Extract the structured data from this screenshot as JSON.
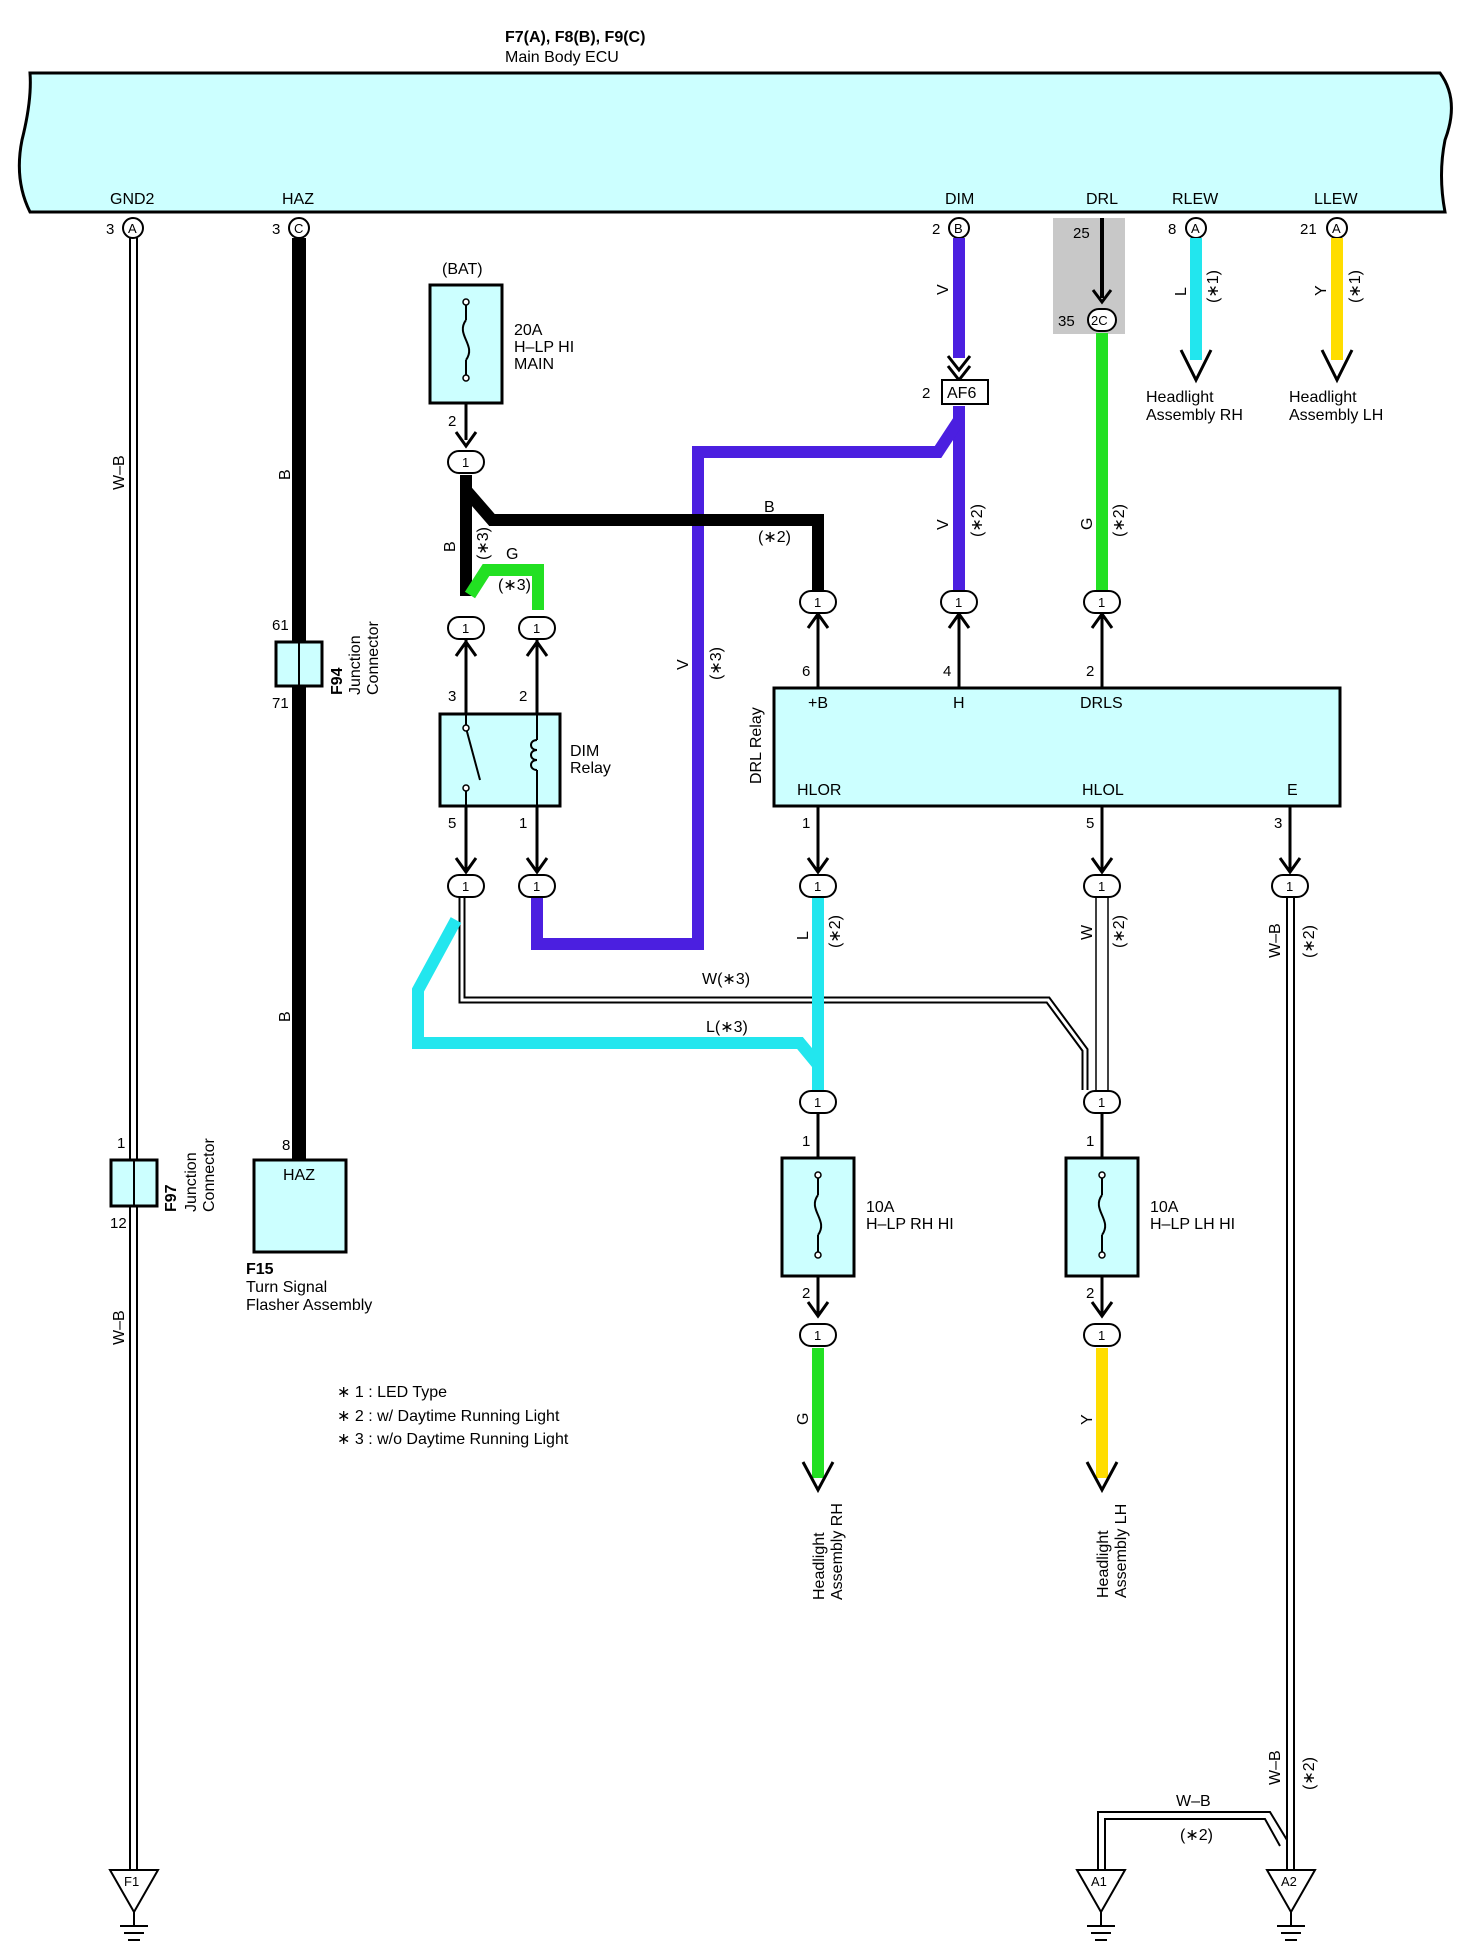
{
  "ecu": {
    "title": "F7(A), F8(B), F9(C)",
    "subtitle": "Main Body ECU",
    "terminals": {
      "gnd2": {
        "name": "GND2",
        "pin": "3",
        "conn": "A"
      },
      "haz": {
        "name": "HAZ",
        "pin": "3",
        "conn": "C"
      },
      "dim": {
        "name": "DIM",
        "pin": "2",
        "conn": "B"
      },
      "drl": {
        "name": "DRL",
        "pin": "25"
      },
      "rlew": {
        "name": "RLEW",
        "pin": "8",
        "conn": "A"
      },
      "llew": {
        "name": "LLEW",
        "pin": "21",
        "conn": "A"
      }
    }
  },
  "drl_splice": {
    "pin": "35",
    "conn": "2C"
  },
  "af6": {
    "name": "AF6",
    "pin": "2"
  },
  "fuse_main": {
    "source": "(BAT)",
    "rating": "20A",
    "name1": "H–LP HI",
    "name2": "MAIN",
    "pin_out": "2"
  },
  "dim_relay": {
    "name1": "DIM",
    "name2": "Relay",
    "pin3": "3",
    "pin2": "2",
    "pin5": "5",
    "pin1": "1"
  },
  "drl_relay": {
    "name": "DRL Relay",
    "terminals": {
      "b": "+B",
      "h": "H",
      "drls": "DRLS",
      "hlor": "HLOR",
      "hlol": "HLOL",
      "e": "E"
    },
    "pins": {
      "b": "6",
      "h": "4",
      "drls": "2",
      "hlor": "1",
      "hlol": "5",
      "e": "3"
    }
  },
  "fuse_rh": {
    "rating": "10A",
    "name": "H–LP RH HI",
    "pin_in": "1",
    "pin_out": "2"
  },
  "fuse_lh": {
    "rating": "10A",
    "name": "H–LP LH HI",
    "pin_in": "1",
    "pin_out": "2"
  },
  "f94": {
    "code": "F94",
    "line1": "Junction",
    "line2": "Connector",
    "pin_top": "61",
    "pin_bot": "71"
  },
  "f97": {
    "code": "F97",
    "line1": "Junction",
    "line2": "Connector",
    "pin_top": "1",
    "pin_bot": "12"
  },
  "f15": {
    "code": "F15",
    "terminal": "HAZ",
    "pin": "8",
    "line1": "Turn Signal",
    "line2": "Flasher Assembly"
  },
  "destinations": {
    "rlew": {
      "line1": "Headlight",
      "line2": "Assembly RH"
    },
    "llew": {
      "line1": "Headlight",
      "line2": "Assembly LH"
    },
    "rh_out": {
      "line1": "Headlight",
      "line2": "Assembly RH"
    },
    "lh_out": {
      "line1": "Headlight",
      "line2": "Assembly LH"
    }
  },
  "connector_one": "1",
  "grounds": {
    "f1": "F1",
    "a1": "A1",
    "a2": "A2"
  },
  "wires": {
    "w_b": "W–B",
    "b": "B",
    "v": "V",
    "g": "G",
    "l": "L",
    "y": "Y",
    "w": "W",
    "w3": "W(∗3)",
    "l3": "L(∗3)"
  },
  "notes": {
    "n1": "∗(1)",
    "n2": "(∗2)",
    "n3": "(∗3)",
    "n1p": "(∗1)"
  },
  "legend": [
    "∗ 1 : LED Type",
    "∗ 2 : w/ Daytime Running Light",
    "∗ 3 : w/o Daytime Running Light"
  ],
  "colors": {
    "component": "#ccffff",
    "black": "#000000",
    "violet": "#4b1fe0",
    "green": "#22e022",
    "cyan": "#22e6ee",
    "yellow": "#ffdd00",
    "shade": "#c8c8c8"
  }
}
